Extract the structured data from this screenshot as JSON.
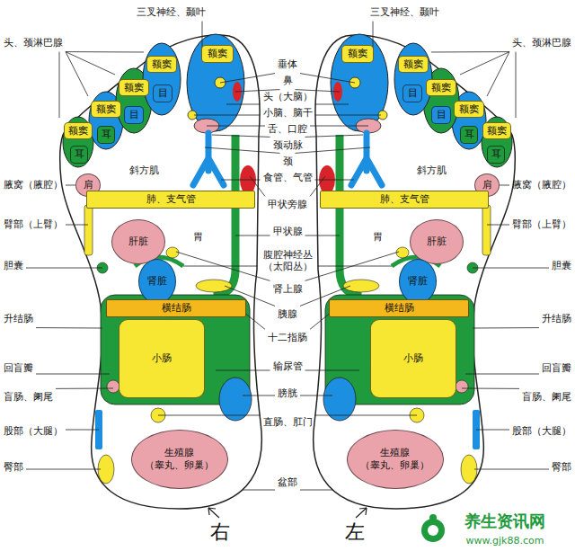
{
  "diagram": {
    "nodes": [
      {
        "text": [
          "额窦"
        ]
      },
      {
        "text": [
          "额窦"
        ]
      },
      {
        "text": [
          "额窦"
        ]
      },
      {
        "text": [
          "额窦"
        ]
      },
      {
        "text": [
          "额窦"
        ]
      },
      {
        "text": [
          "目"
        ]
      },
      {
        "text": [
          "目"
        ]
      },
      {
        "text": [
          "耳"
        ]
      },
      {
        "text": [
          "耳"
        ]
      },
      {
        "text": [
          "斜方肌"
        ]
      },
      {
        "text": [
          "肩"
        ]
      },
      {
        "text": [
          "肺、支气管"
        ]
      },
      {
        "text": [
          "肝脏"
        ]
      },
      {
        "text": [
          "胃"
        ]
      },
      {
        "text": [
          "肾脏"
        ]
      },
      {
        "text": [
          "横结肠"
        ]
      },
      {
        "text": [
          "小肠"
        ]
      },
      {
        "text": [
          "生殖腺",
          "（睾丸、卵巢）"
        ]
      },
      {
        "text": [
          "额窦"
        ]
      },
      {
        "text": [
          "额窦"
        ]
      },
      {
        "text": [
          "额窦"
        ]
      },
      {
        "text": [
          "额窦"
        ]
      },
      {
        "text": [
          "额窦"
        ]
      },
      {
        "text": [
          "目"
        ]
      },
      {
        "text": [
          "目"
        ]
      },
      {
        "text": [
          "耳"
        ]
      },
      {
        "text": [
          "耳"
        ]
      },
      {
        "text": [
          "斜方肌"
        ]
      },
      {
        "text": [
          "肩"
        ]
      },
      {
        "text": [
          "肺、支气管"
        ]
      },
      {
        "text": [
          "肝脏"
        ]
      },
      {
        "text": [
          "胃"
        ]
      },
      {
        "text": [
          "肾脏"
        ]
      },
      {
        "text": [
          "横结肠"
        ]
      },
      {
        "text": [
          "小肠"
        ]
      },
      {
        "text": [
          "生殖腺",
          "（睾丸、卵巢）"
        ]
      }
    ],
    "labels": [
      "三叉神经、颞叶",
      "三叉神经、颞叶",
      "头、颈淋巴腺",
      "头、颈淋巴腺",
      "垂体",
      "鼻",
      "头（大脑）",
      "小脑、脑干",
      "舌、口腔",
      "颈动脉",
      "颈",
      "食管、气管",
      "腋窝（腋腔）",
      "腋窝（腋腔）",
      "甲状旁腺",
      "臂部（上臂）",
      "臂部（上臂）",
      "甲状腺",
      "腹腔神经丛（太阳丛）",
      "胆囊",
      "胆囊",
      "肾上腺",
      "胰腺",
      "升结肠",
      "升结肠",
      "十二指肠",
      "输尿管",
      "回盲瓣",
      "回盲瓣",
      "膀胱",
      "盲肠、阑尾",
      "盲肠、阑尾",
      "直肠、肛门",
      "股部（大腿）",
      "股部（大腿）",
      "臀部",
      "臀部",
      "盆部",
      "右",
      "左",
      "养生资讯网",
      "www.gjk88.com"
    ]
  }
}
